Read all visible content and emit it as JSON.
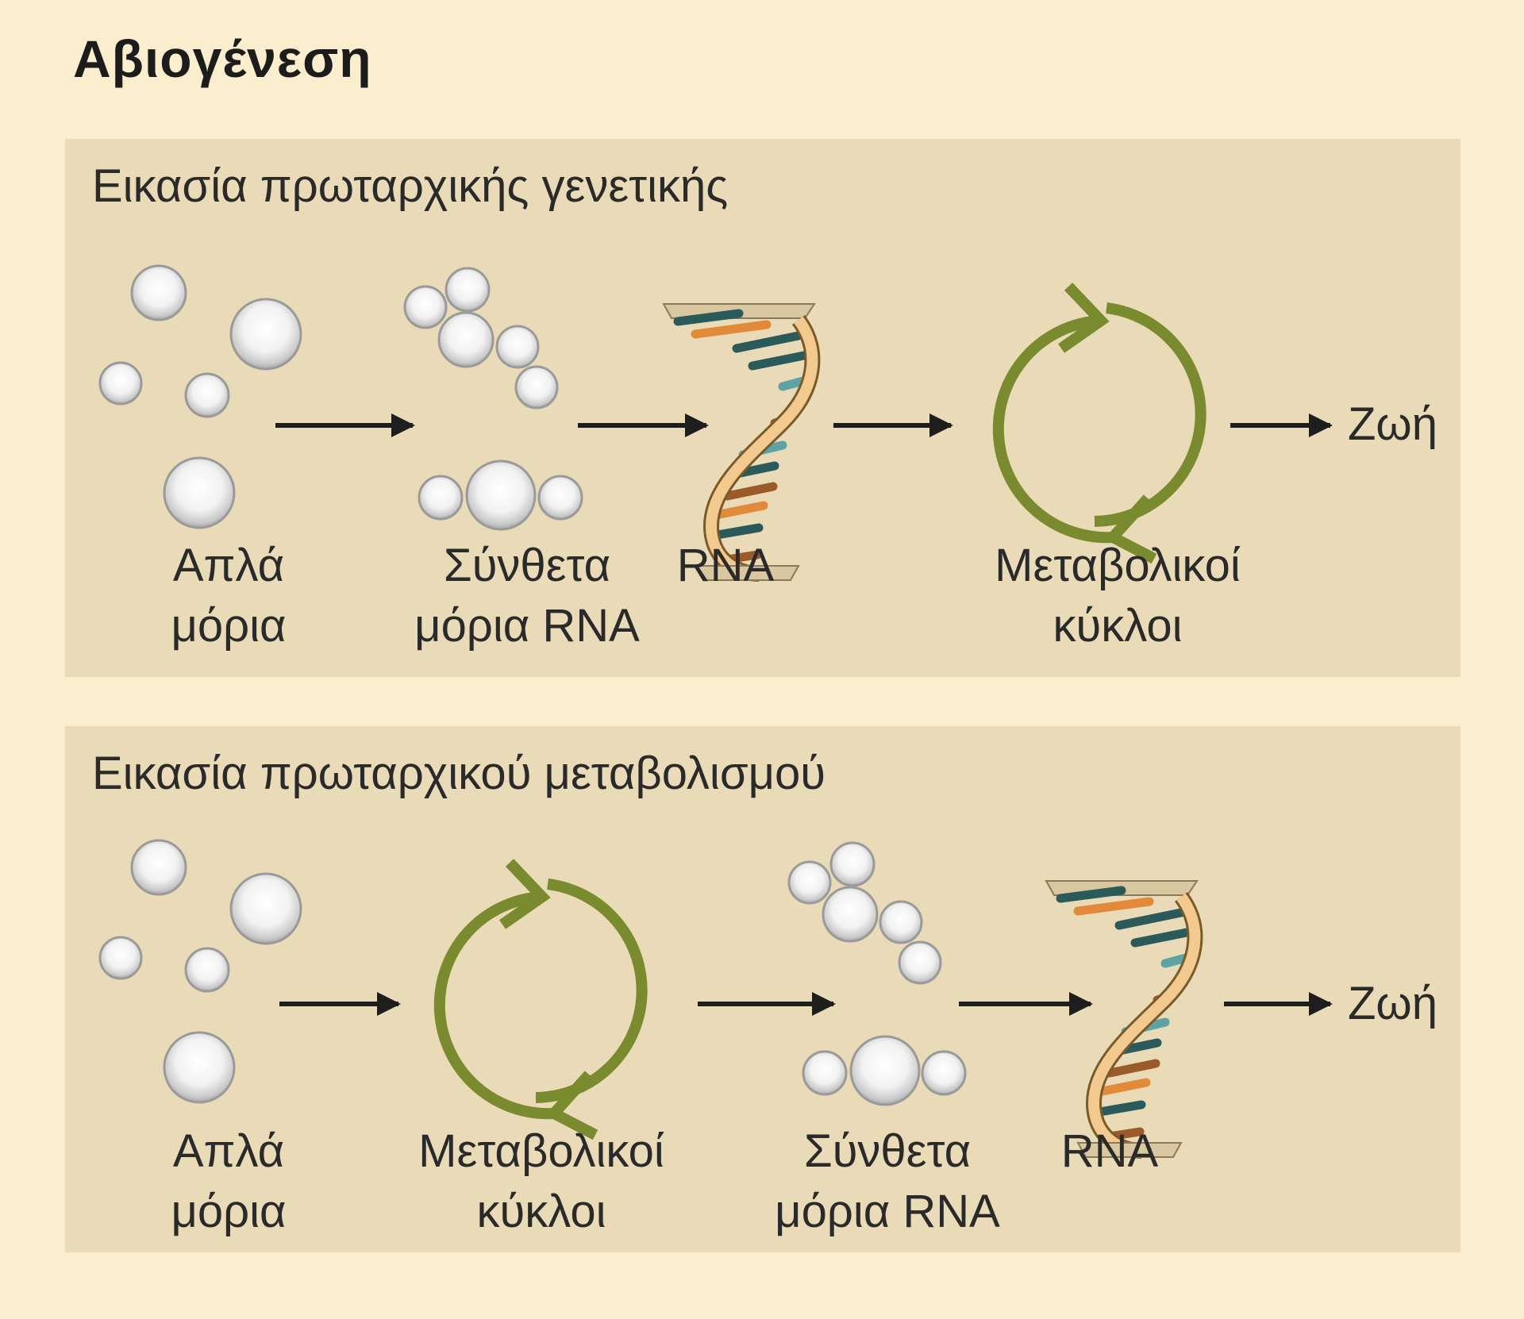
{
  "title": "Αβιογένεση",
  "panels": [
    {
      "title": "Εικασία πρωταρχικής γενετικής",
      "steps": [
        {
          "line1": "Απλά",
          "line2": "μόρια"
        },
        {
          "line1": "Σύνθετα",
          "line2": "μόρια RNA"
        },
        {
          "line1": "RNA",
          "line2": ""
        },
        {
          "line1": "Μεταβολικοί",
          "line2": "κύκλοι"
        }
      ],
      "end": "Ζωή"
    },
    {
      "title": "Εικασία πρωταρχικού μεταβολισμού",
      "steps": [
        {
          "line1": "Απλά",
          "line2": "μόρια"
        },
        {
          "line1": "Μεταβολικοί",
          "line2": "κύκλοι"
        },
        {
          "line1": "Σύνθετα",
          "line2": "μόρια RNA"
        },
        {
          "line1": "RNA",
          "line2": ""
        }
      ],
      "end": "Ζωή"
    }
  ],
  "colors": {
    "cycle": "#7a8a2e",
    "helix_strand": "#f2c98e",
    "base_dark": "#2b5a5a",
    "base_orange": "#e08a3a",
    "base_teal": "#5ea3a3",
    "base_brown": "#9a5a2a"
  }
}
